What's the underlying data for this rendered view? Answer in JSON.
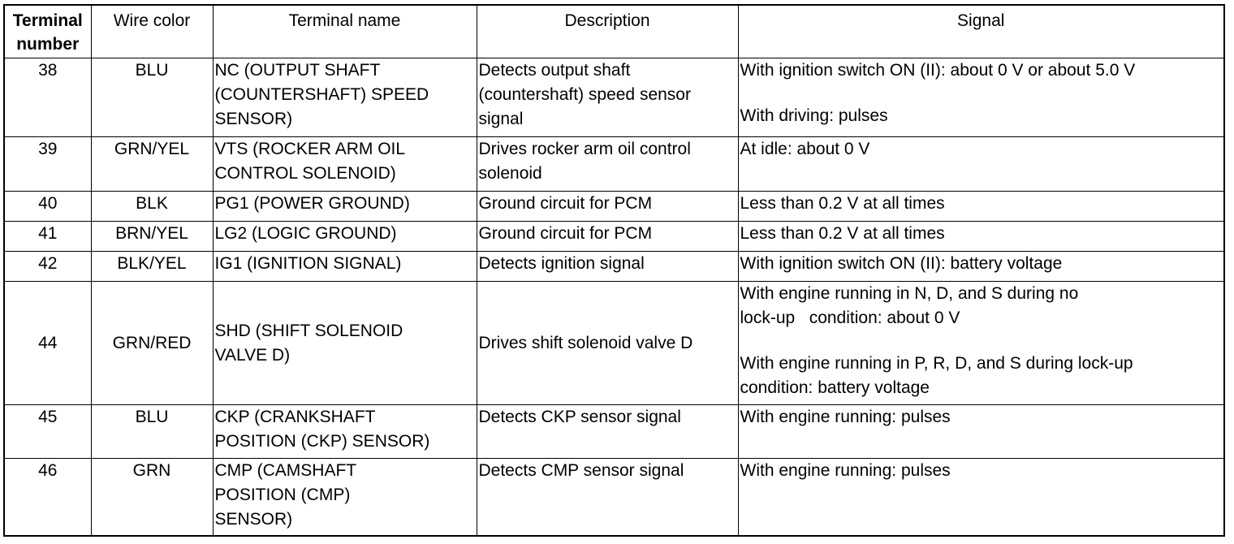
{
  "headers": {
    "terminal_number_l1": "Terminal",
    "terminal_number_l2": "number",
    "wire_color": "Wire color",
    "terminal_name": "Terminal name",
    "description": "Description",
    "signal": "Signal"
  },
  "rows": [
    {
      "number": "38",
      "wire": "BLU",
      "name": [
        "NC (OUTPUT SHAFT",
        "(COUNTERSHAFT) SPEED",
        "SENSOR)"
      ],
      "description": [
        "Detects output shaft",
        "(countershaft) speed sensor",
        "signal"
      ],
      "signal": [
        "With ignition switch ON (II): about 0 V or about 5.0 V",
        "With driving: pulses"
      ]
    },
    {
      "number": "39",
      "wire": "GRN/YEL",
      "name": [
        "VTS (ROCKER ARM OIL",
        "CONTROL SOLENOID)"
      ],
      "description": [
        "Drives rocker arm oil control",
        "solenoid"
      ],
      "signal": [
        "At idle: about 0 V"
      ]
    },
    {
      "number": "40",
      "wire": "BLK",
      "name": [
        "PG1 (POWER GROUND)"
      ],
      "description": [
        "Ground circuit for PCM"
      ],
      "signal": [
        "Less than 0.2 V at all times"
      ]
    },
    {
      "number": "41",
      "wire": "BRN/YEL",
      "name": [
        "LG2 (LOGIC GROUND)"
      ],
      "description": [
        "Ground circuit for PCM"
      ],
      "signal": [
        "Less than 0.2 V at all times"
      ]
    },
    {
      "number": "42",
      "wire": "BLK/YEL",
      "name": [
        "IG1 (IGNITION SIGNAL)"
      ],
      "description": [
        "Detects ignition signal"
      ],
      "signal": [
        "With ignition switch ON (II): battery voltage"
      ]
    },
    {
      "number": "44",
      "wire": "GRN/RED",
      "name": [
        "SHD (SHIFT SOLENOID",
        "VALVE D)"
      ],
      "description": [
        "Drives shift solenoid valve D"
      ],
      "signal": [
        "With engine running in N, D, and S during no",
        "lock-up   condition: about 0 V",
        "With engine running in P, R, D, and S during lock-up",
        "condition: battery voltage"
      ]
    },
    {
      "number": "45",
      "wire": "BLU",
      "name": [
        "CKP (CRANKSHAFT",
        "POSITION (CKP) SENSOR)"
      ],
      "description": [
        "Detects CKP sensor signal"
      ],
      "signal": [
        "With engine running: pulses"
      ]
    },
    {
      "number": "46",
      "wire": "GRN",
      "name": [
        "CMP (CAMSHAFT",
        "POSITION (CMP)",
        "SENSOR)"
      ],
      "description": [
        "Detects CMP sensor signal"
      ],
      "signal": [
        "With engine running: pulses"
      ]
    }
  ]
}
